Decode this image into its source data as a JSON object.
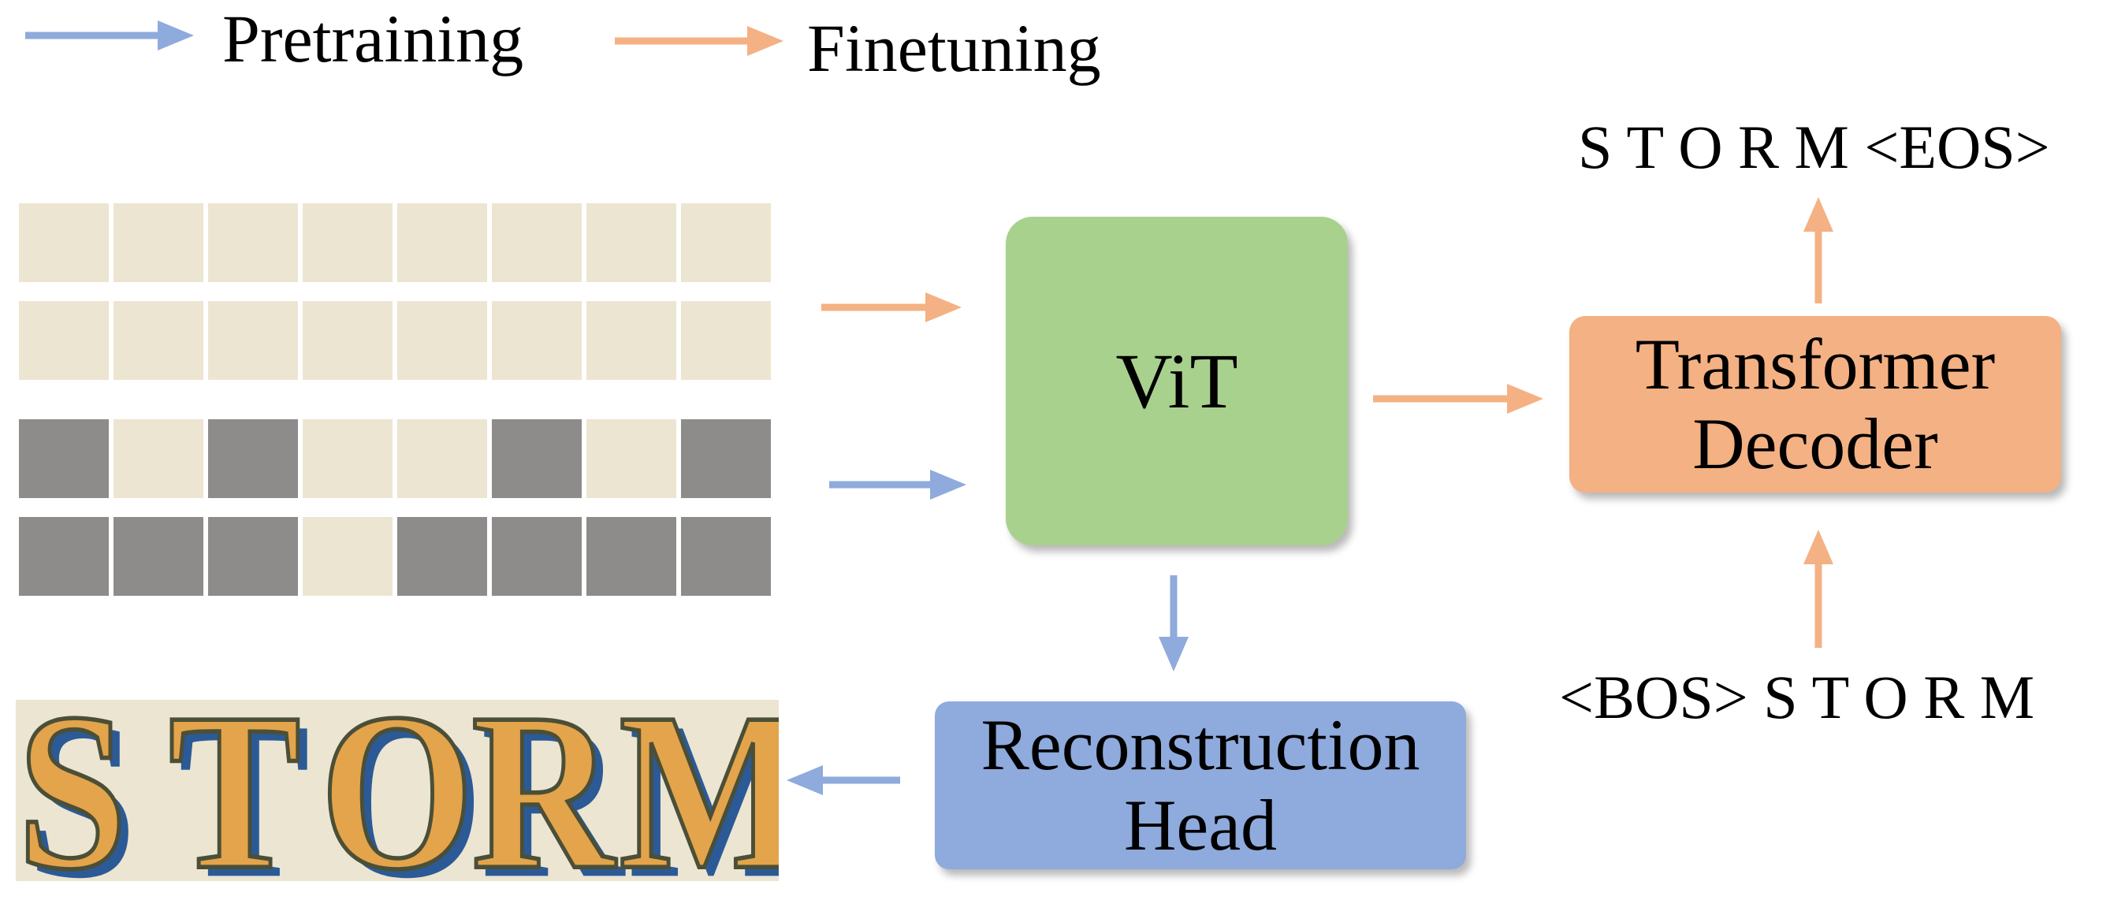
{
  "legend": {
    "pretraining": "Pretraining",
    "finetuning": "Finetuning"
  },
  "blocks": {
    "vit": "ViT",
    "decoder_line1": "Transformer",
    "decoder_line2": "Decoder",
    "recon_line1": "Reconstruction",
    "recon_line2": "Head"
  },
  "sequences": {
    "output": "S T O R M <EOS>",
    "input": "<BOS> S T O R M"
  },
  "image_word": {
    "letters": [
      "S",
      "T",
      "O",
      "R",
      "M"
    ]
  },
  "masked_rows": {
    "top": [
      true,
      false,
      true,
      false,
      false,
      true,
      false,
      true
    ],
    "bottom": [
      true,
      true,
      true,
      false,
      true,
      true,
      true,
      true
    ]
  },
  "colors": {
    "pretraining_arrow": "#8faadc",
    "finetuning_arrow": "#f4b183",
    "vit_fill": "#a9d18e",
    "decoder_fill": "#f4b183",
    "recon_fill": "#8faadc",
    "letter_blue": "#2b5a97",
    "letter_orange": "#e3a44b",
    "letter_olive": "#4b4f37",
    "paper": "#ece5d1",
    "mask_gray": "#7f7f7f"
  }
}
